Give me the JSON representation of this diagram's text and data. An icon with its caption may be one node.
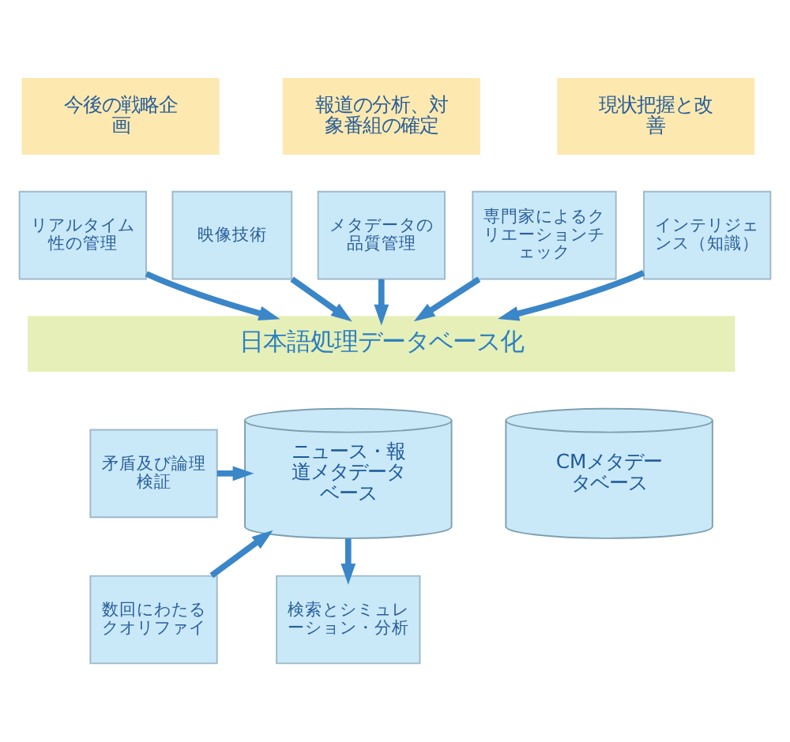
{
  "diagram": {
    "nodes": [
      {
        "text": [
          "今後の戦略企画"
        ]
      },
      {
        "text": [
          "報道の分析、対象番組の確定"
        ]
      },
      {
        "text": [
          "現状把握と改善"
        ]
      },
      {
        "text": [
          "リアルタイム性の管理"
        ]
      },
      {
        "text": [
          "映像技術"
        ]
      },
      {
        "text": [
          "メタデータの品質管理"
        ]
      },
      {
        "text": [
          "専門家によるクリエーションチェック"
        ]
      },
      {
        "text": [
          "インテリジェンス（知識）"
        ]
      },
      {
        "text": [
          "日本語処理データベース化"
        ]
      },
      {
        "text": [
          "矛盾及び論理検証"
        ]
      },
      {
        "text": [
          "ニュース・報道メタデータベース"
        ]
      },
      {
        "text": [
          "CMメタデータベース"
        ]
      },
      {
        "text": [
          "数回にわたるクオリファイ"
        ]
      },
      {
        "text": [
          "検索とシミュレーション・分析"
        ]
      }
    ],
    "edges": [
      {
        "from": 3,
        "to": 8,
        "arrow": "to"
      },
      {
        "from": 4,
        "to": 8,
        "arrow": "to"
      },
      {
        "from": 5,
        "to": 8,
        "arrow": "to"
      },
      {
        "from": 6,
        "to": 8,
        "arrow": "to"
      },
      {
        "from": 7,
        "to": 8,
        "arrow": "to"
      },
      {
        "from": 9,
        "to": 10,
        "arrow": "to"
      },
      {
        "from": 12,
        "to": 10,
        "arrow": "to"
      },
      {
        "from": 10,
        "to": 13,
        "arrow": "to"
      }
    ]
  }
}
